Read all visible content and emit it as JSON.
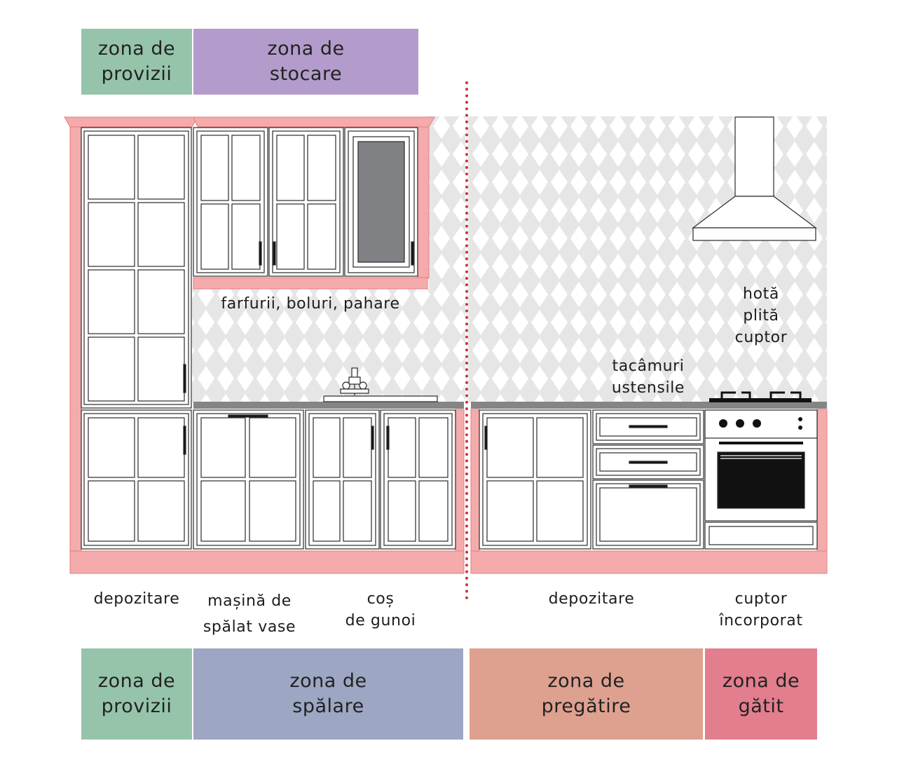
{
  "colors": {
    "provizii": "#96c4ab",
    "stocare": "#b39ccb",
    "spalare": "#9da6c3",
    "pregatire": "#dea190",
    "gatit": "#e27e8e",
    "frame": "#f5abab",
    "frame_edge": "#e37e82",
    "divider": "#c93540",
    "countertop": "#858585",
    "glass": "#808184"
  },
  "top_zones": [
    {
      "text": "zona de\nprovizii"
    },
    {
      "text": "zona de\nstocare"
    }
  ],
  "bottom_zones": [
    {
      "text": "zona de\nprovizii"
    },
    {
      "text": "zona de\nspălare"
    },
    {
      "text": "zona de\npregătire"
    },
    {
      "text": "zona de\ngătit"
    }
  ],
  "wall_labels": {
    "shelves": "farfurii, boluri, pahare",
    "hood": "hotă\nplită\ncuptor",
    "cutlery": "tacâmuri\nustensile"
  },
  "base_labels": {
    "storage_left": "depozitare",
    "dishwasher": "mașină de\nspălat vase",
    "trash": "coș\nde gunoi",
    "storage_right": "depozitare",
    "oven": "cuptor\nîncorporat"
  },
  "icons": [
    "sink-faucet-icon",
    "range-hood-icon",
    "gas-hob-icon",
    "oven-icon"
  ]
}
